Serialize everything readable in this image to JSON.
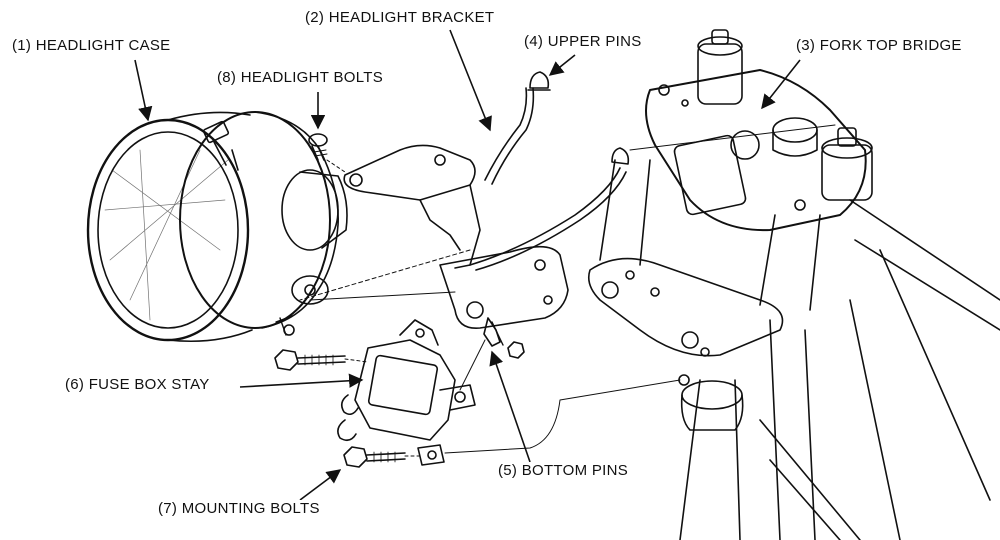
{
  "labels": {
    "headlight_case": "(1) HEADLIGHT CASE",
    "headlight_bracket": "(2) HEADLIGHT BRACKET",
    "upper_pins": "(4) UPPER PINS",
    "fork_top_bridge": "(3) FORK TOP BRIDGE",
    "headlight_bolts": "(8) HEADLIGHT BOLTS",
    "fuse_box_stay": "(6) FUSE BOX STAY",
    "bottom_pins": "(5) BOTTOM PINS",
    "mounting_bolts": "(7) MOUNTING BOLTS"
  },
  "colors": {
    "ink": "#111111",
    "paper": "#ffffff"
  }
}
